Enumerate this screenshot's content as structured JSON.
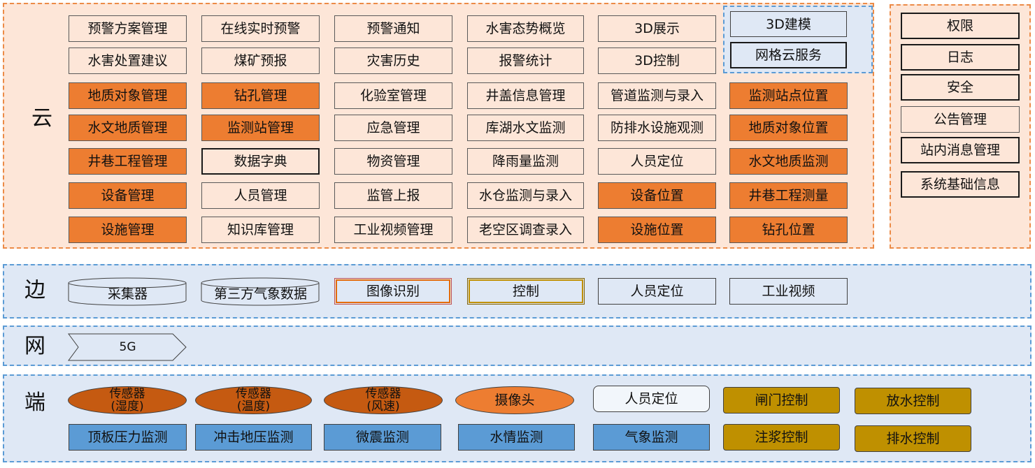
{
  "layers": {
    "cloud": "云",
    "edge": "边",
    "net": "网",
    "terminal": "端"
  },
  "cloud": {
    "row1": [
      "预警方案管理",
      "在线实时预警",
      "预警通知",
      "水害态势概览",
      "3D展示"
    ],
    "row2": [
      "水害处置建议",
      "煤矿预报",
      "灾害历史",
      "报警统计",
      "3D控制"
    ],
    "row3": [
      "地质对象管理",
      "钻孔管理",
      "化验室管理",
      "井盖信息管理",
      "管道监测与录入",
      "监测站点位置"
    ],
    "row4": [
      "水文地质管理",
      "监测站管理",
      "应急管理",
      "库湖水文监测",
      "防排水设施观测",
      "地质对象位置"
    ],
    "row5": [
      "井巷工程管理",
      "数据字典",
      "物资管理",
      "降雨量监测",
      "人员定位",
      "水文地质监测"
    ],
    "row6": [
      "设备管理",
      "人员管理",
      "监管上报",
      "水仓监测与录入",
      "设备位置",
      "井巷工程测量"
    ],
    "row7": [
      "设施管理",
      "知识库管理",
      "工业视频管理",
      "老空区调查录入",
      "设施位置",
      "钻孔位置"
    ],
    "modeling": [
      "3D建模",
      "网格云服务"
    ]
  },
  "system": [
    "权限",
    "日志",
    "安全",
    "公告管理",
    "站内消息管理",
    "系统基础信息"
  ],
  "edge": [
    "采集器",
    "第三方气象数据",
    "图像识别",
    "控制",
    "人员定位",
    "工业视频"
  ],
  "net": [
    "5G"
  ],
  "terminal": {
    "sensors": [
      {
        "l1": "传感器",
        "l2": "(湿度)"
      },
      {
        "l1": "传感器",
        "l2": "(温度)"
      },
      {
        "l1": "传感器",
        "l2": "(风速)"
      }
    ],
    "camera": "摄像头",
    "positioning": "人员定位",
    "controls": [
      "闸门控制",
      "放水控制",
      "注浆控制",
      "排水控制"
    ],
    "monitoring": [
      "顶板压力监测",
      "冲击地压监测",
      "微震监测",
      "水情监测",
      "气象监测"
    ]
  },
  "colors": {
    "peach": "#fde6d8",
    "orange": "#ed7d31",
    "dark_orange": "#c55a11",
    "light_blue": "#dfe8f5",
    "blue": "#5b9bd5",
    "gold": "#bf9000"
  }
}
